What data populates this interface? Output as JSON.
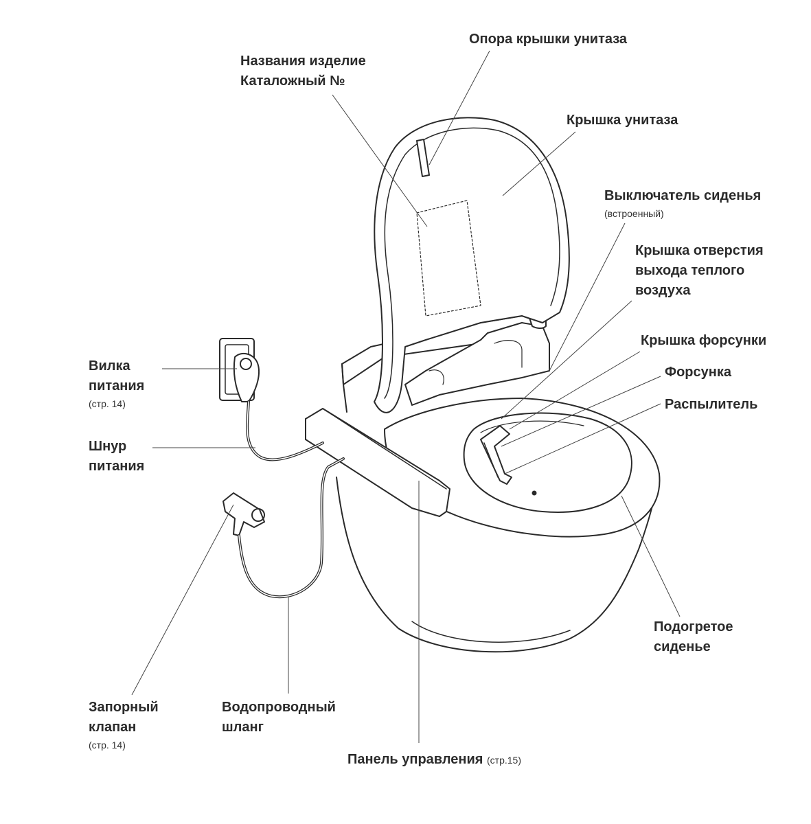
{
  "labels": {
    "lid_support": "Опора крышки унитаза",
    "product_name_line1": "Названия изделие",
    "product_name_line2": "Каталожный №",
    "lid": "Крышка унитаза",
    "seat_switch": "Выключатель сиденья",
    "seat_switch_note": "(встроенный)",
    "air_cover_line1": "Крышка отверстия",
    "air_cover_line2": "выхода теплого",
    "air_cover_line3": "воздуха",
    "nozzle_cover": "Крышка форсунки",
    "nozzle": "Форсунка",
    "sprayer": "Распылитель",
    "plug_line1": "Вилка",
    "plug_line2": "питания",
    "plug_note": "(стр. 14)",
    "cord_line1": "Шнур",
    "cord_line2": "питания",
    "valve_line1": "Запорный",
    "valve_line2": "клапан",
    "valve_note": "(стр. 14)",
    "hose_line1": "Водопроводный",
    "hose_line2": "шланг",
    "heated_seat_line1": "Подогретое",
    "heated_seat_line2": "сиденье",
    "panel": "Панель управления",
    "panel_note": "(стр.15)"
  }
}
